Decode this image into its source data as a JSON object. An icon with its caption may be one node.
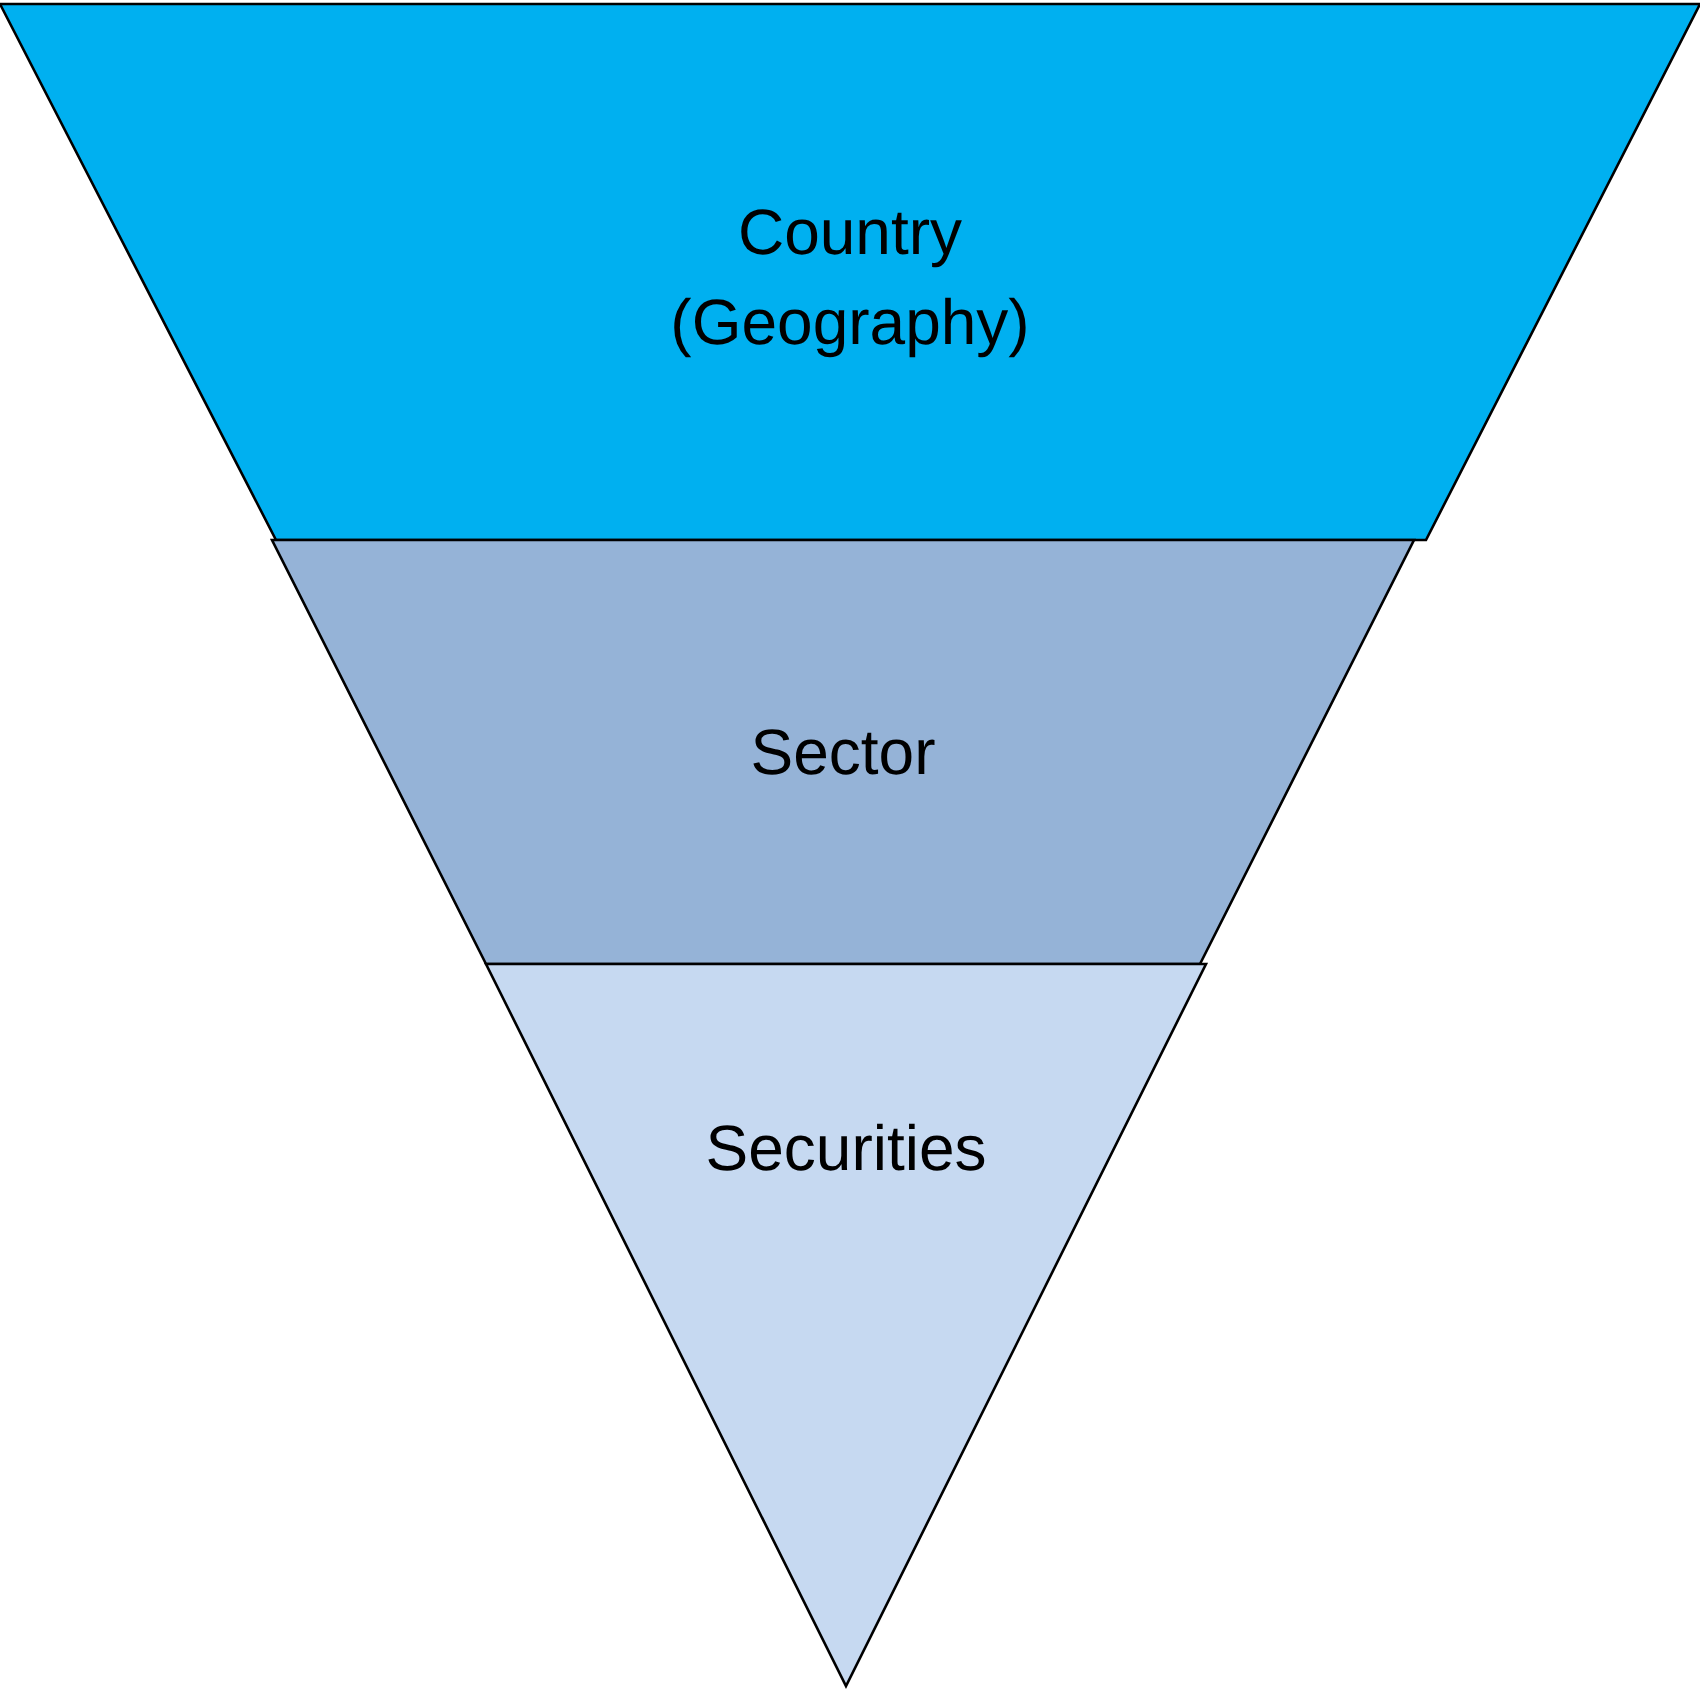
{
  "diagram": {
    "nodes": [
      {
        "text": [
          "Country (Geography)"
        ]
      },
      {
        "text": [
          "Sector"
        ]
      },
      {
        "text": [
          "Securities"
        ]
      }
    ]
  }
}
